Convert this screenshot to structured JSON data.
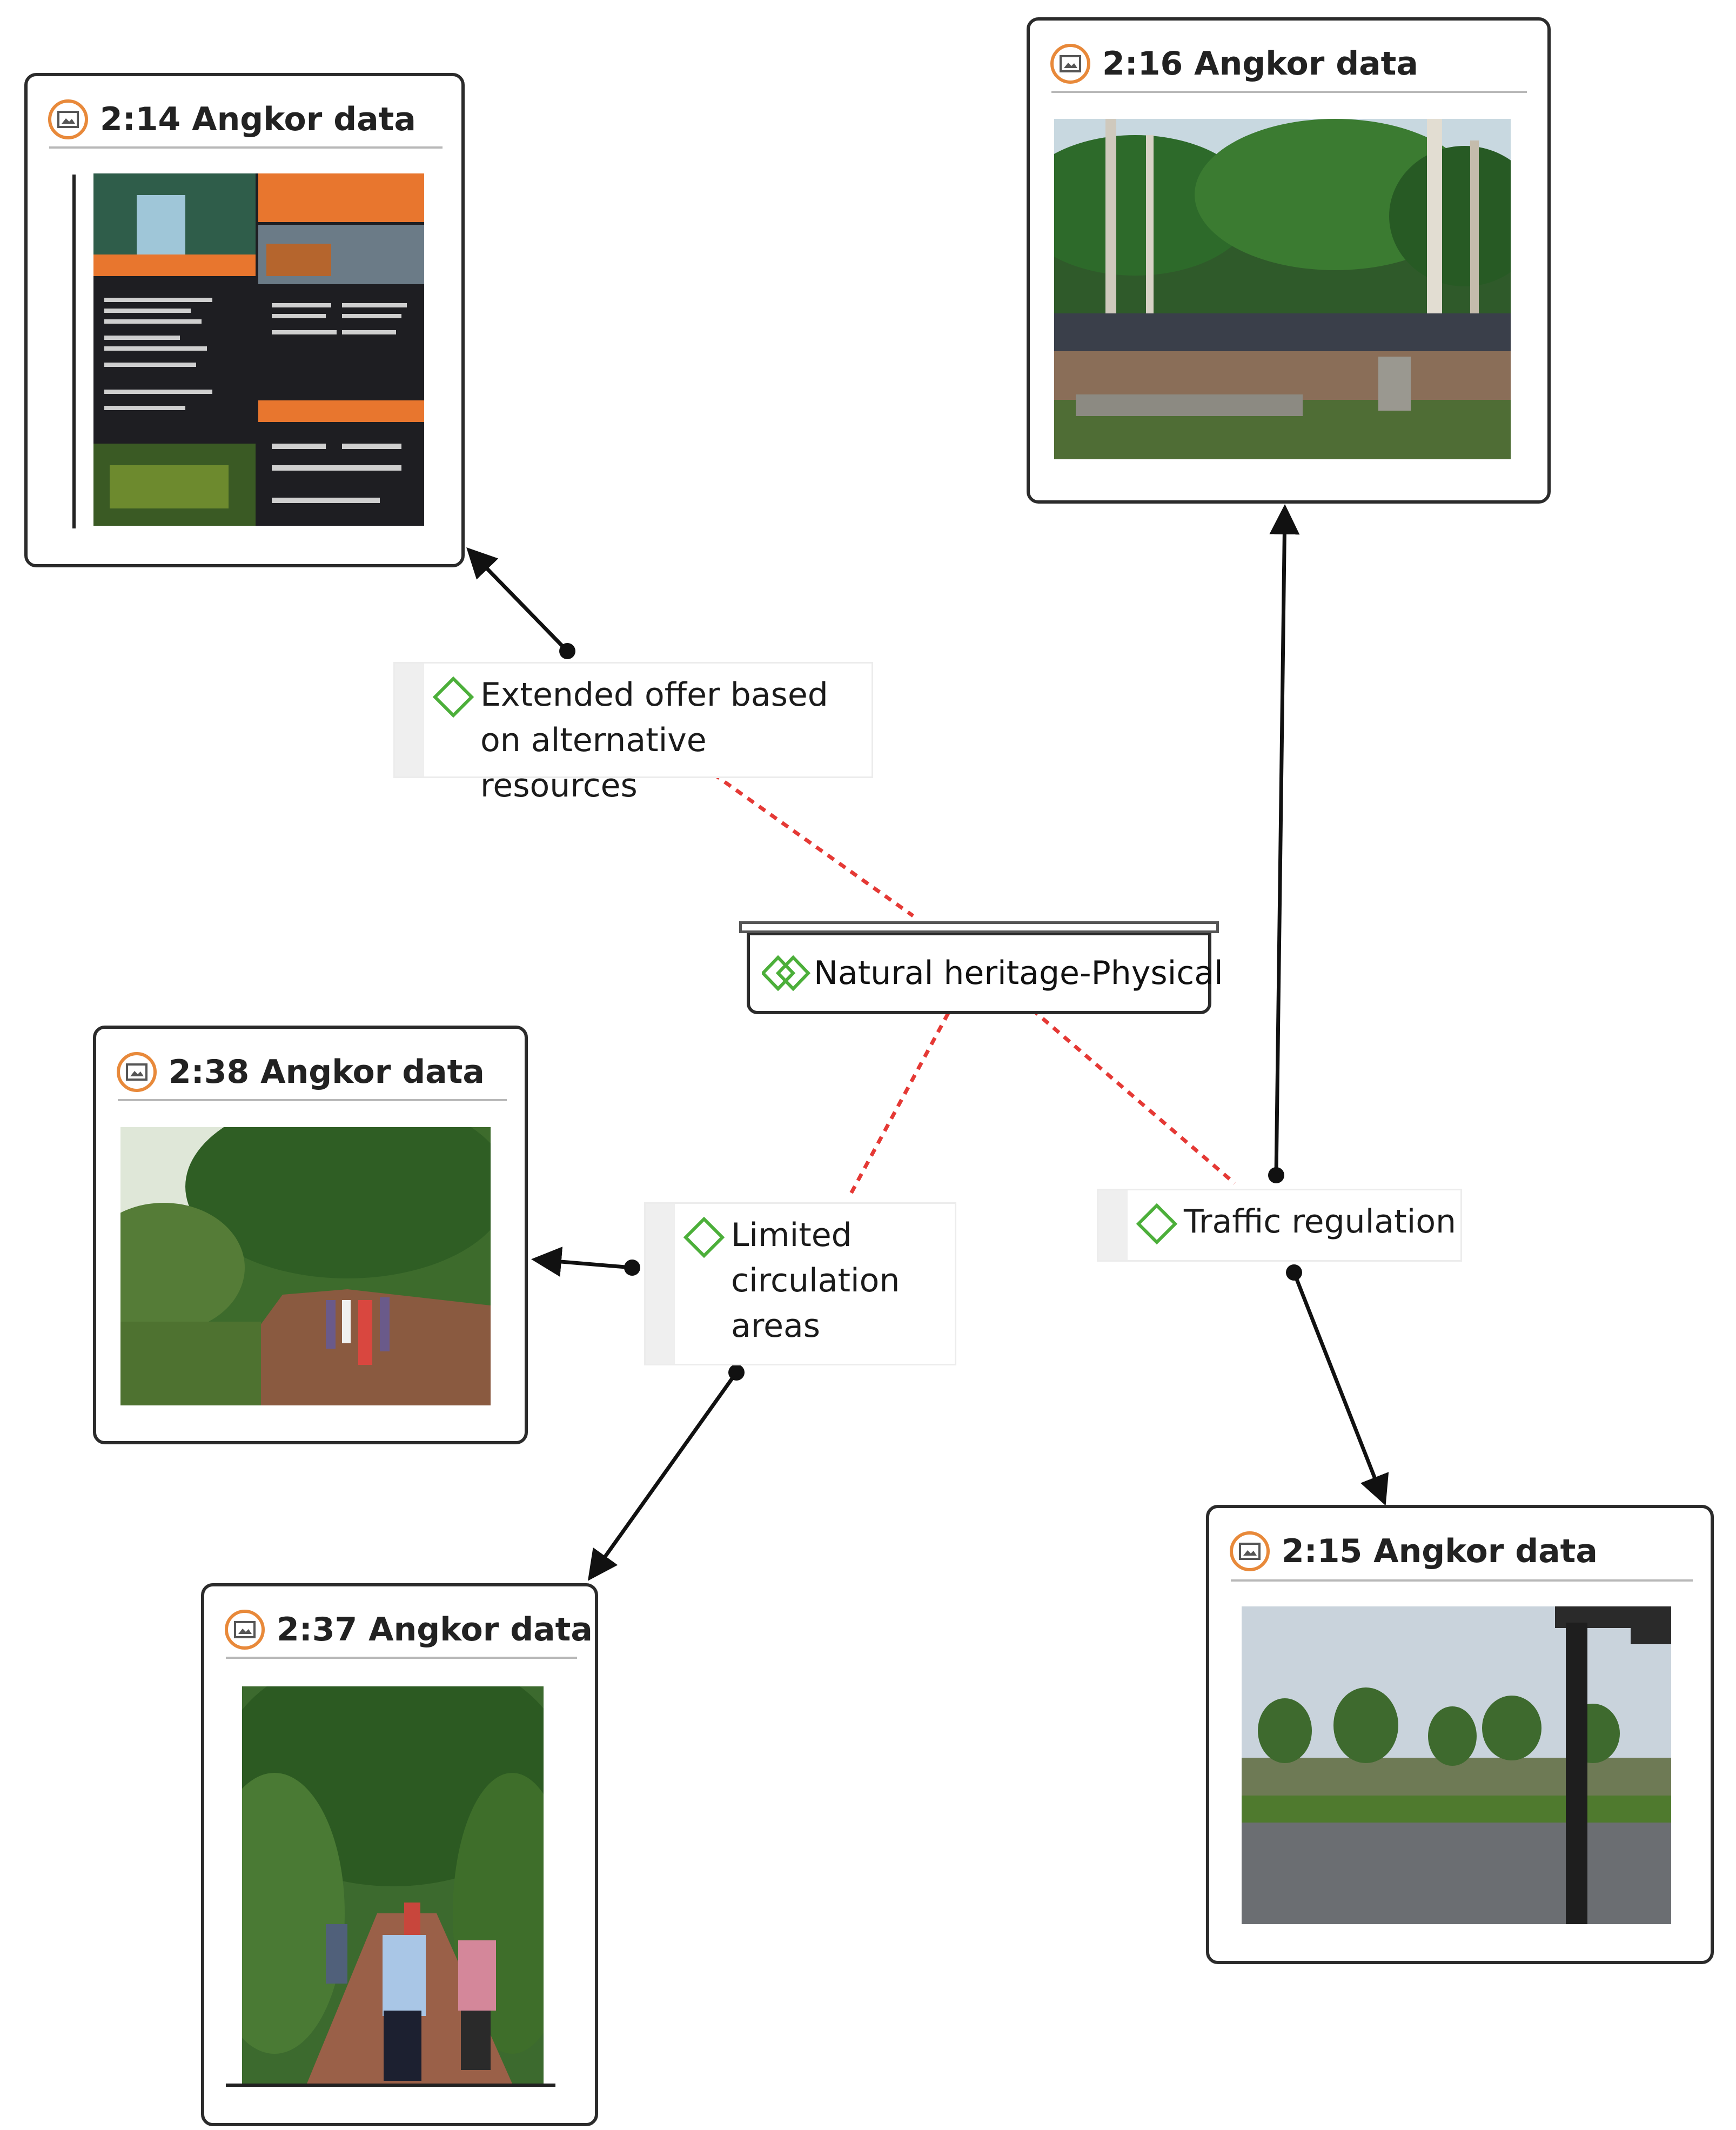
{
  "center_code": {
    "label": "Natural heritage-Physical",
    "icon": "double-diamond-icon"
  },
  "codes": {
    "extended_offer": {
      "label": "Extended offer based on alternative resources",
      "icon": "diamond-icon"
    },
    "limited_circulation": {
      "label": "Limited circulation areas",
      "icon": "diamond-icon"
    },
    "traffic_regulation": {
      "label": "Traffic regulation",
      "icon": "diamond-icon"
    }
  },
  "documents": {
    "doc_2_14": {
      "title": "2:14 Angkor data",
      "icon": "image-document-icon",
      "image": "tour-brochure-photo"
    },
    "doc_2_16": {
      "title": "2:16 Angkor data",
      "icon": "image-document-icon",
      "image": "parking-under-trees-photo"
    },
    "doc_2_38": {
      "title": "2:38 Angkor data",
      "icon": "image-document-icon",
      "image": "forest-path-crowd-photo"
    },
    "doc_2_37": {
      "title": "2:37 Angkor data",
      "icon": "image-document-icon",
      "image": "jungle-trail-walkers-photo"
    },
    "doc_2_15": {
      "title": "2:15 Angkor data",
      "icon": "image-document-icon",
      "image": "open-field-road-photo"
    }
  },
  "colors": {
    "card_border": "#2b2b2b",
    "doc_icon": "#e8893a",
    "code_diamond": "#4caf3a",
    "dotted_link": "#e53935",
    "arrow_link": "#111111"
  }
}
